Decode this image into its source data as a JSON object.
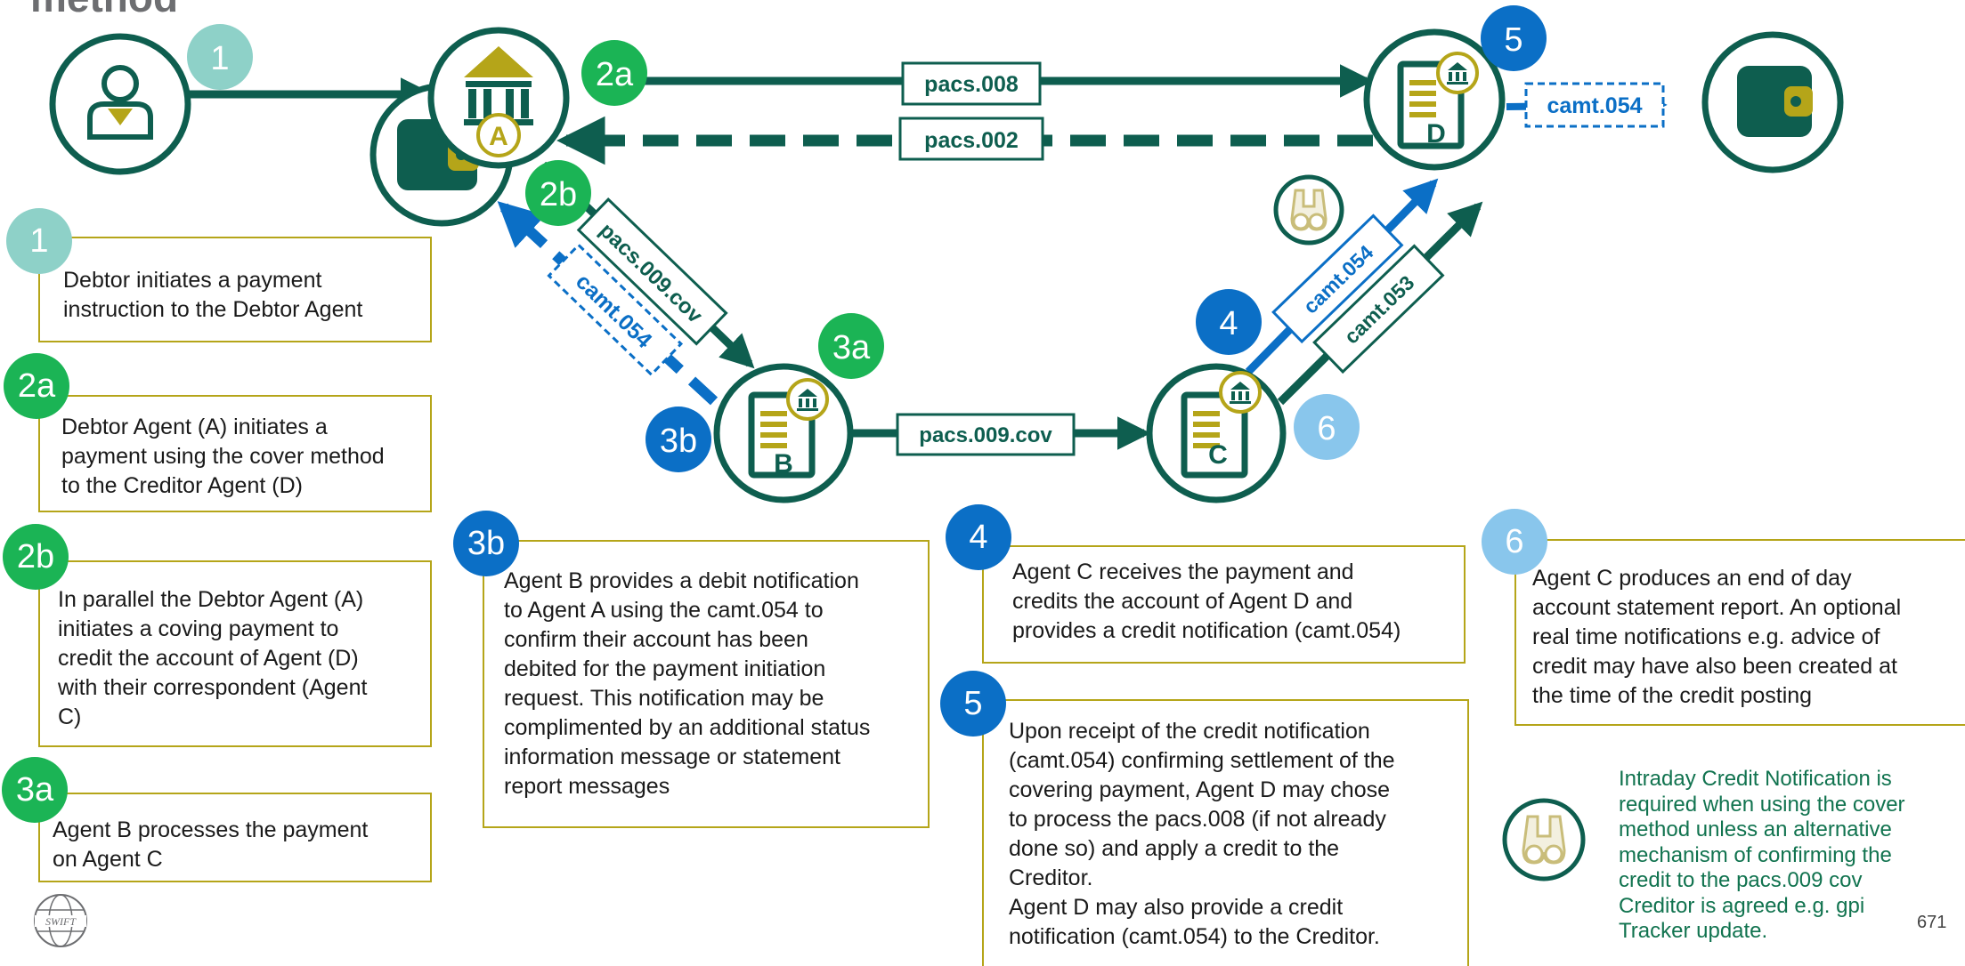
{
  "title": "method",
  "colors": {
    "dark_green": "#0e5e4f",
    "gold": "#b5a519",
    "blue": "#0b6fc6",
    "teal_badge": "#8ed1c8",
    "green_badge": "#1bb455",
    "sky_badge": "#89c6ec"
  },
  "nodes": {
    "debtor": {
      "icon": "person-icon"
    },
    "debtor_agent": {
      "icon": "bank-icon",
      "letter": "A",
      "sub_icon": "wallet-icon"
    },
    "agent_b": {
      "icon": "document-icon",
      "letter": "B"
    },
    "agent_c": {
      "icon": "document-icon",
      "letter": "C"
    },
    "creditor_agent": {
      "icon": "document-icon",
      "letter": "D"
    },
    "creditor": {
      "icon": "wallet-icon"
    }
  },
  "flow_badges": {
    "b1": "1",
    "b2a": "2a",
    "b2b": "2b",
    "b3a": "3a",
    "b3b": "3b",
    "b4": "4",
    "b5": "5",
    "b6": "6"
  },
  "messages": {
    "pacs008": "pacs.008",
    "pacs002": "pacs.002",
    "pacs009cov_diag": "pacs.009.cov",
    "camt054_diag": "camt.054",
    "pacs009cov_horiz": "pacs.009.cov",
    "camt054_c": "camt.054",
    "camt053_c": "camt.053",
    "camt054_d": "camt.054"
  },
  "steps": {
    "s1": {
      "badge": "1",
      "lines": [
        "Debtor initiates a payment",
        "instruction to the Debtor Agent"
      ]
    },
    "s2a": {
      "badge": "2a",
      "lines": [
        "Debtor Agent (A) initiates a",
        "payment using the cover method",
        "to the Creditor Agent (D)"
      ]
    },
    "s2b": {
      "badge": "2b",
      "lines": [
        "In parallel the Debtor Agent (A)",
        "initiates a coving payment to",
        "credit the account of Agent (D)",
        "with their correspondent (Agent",
        "C)"
      ]
    },
    "s3a": {
      "badge": "3a",
      "lines": [
        "Agent B processes the payment",
        "on Agent C"
      ]
    },
    "s3b": {
      "badge": "3b",
      "lines": [
        "Agent B provides  a debit notification",
        "to Agent A using the camt.054 to",
        "confirm their account has been",
        "debited for the payment initiation",
        "request. This notification may be",
        "complimented by an additional status",
        "information message or statement",
        "report messages"
      ]
    },
    "s4": {
      "badge": "4",
      "lines": [
        "Agent C receives  the payment and",
        "credits the account of Agent D and",
        "provides  a credit notification (camt.054)"
      ]
    },
    "s5": {
      "badge": "5",
      "lines": [
        "Upon receipt of the credit notification",
        "(camt.054) confirming settlement of the",
        "covering payment, Agent D may chose",
        "to process the pacs.008 (if not already",
        "done so) and apply a credit to the",
        "Creditor.",
        "Agent D may also provide  a credit",
        "notification (camt.054) to the Creditor."
      ]
    },
    "s6": {
      "badge": "6",
      "lines": [
        "Agent C produces an end of day",
        "account statement report. An optional",
        "real time notifications e.g. advice of",
        "credit may have also been created at",
        "the time of the credit posting"
      ]
    }
  },
  "legend": {
    "icon": "binoculars-icon",
    "lines": [
      "Intraday Credit Notification is",
      "required when using the cover",
      "method unless an alternative",
      "mechanism of confirming the",
      "credit to the pacs.009 cov",
      "Creditor is agreed e.g. gpi",
      "Tracker update."
    ]
  },
  "page_number": "671",
  "logo": {
    "text": "SWIFT"
  }
}
